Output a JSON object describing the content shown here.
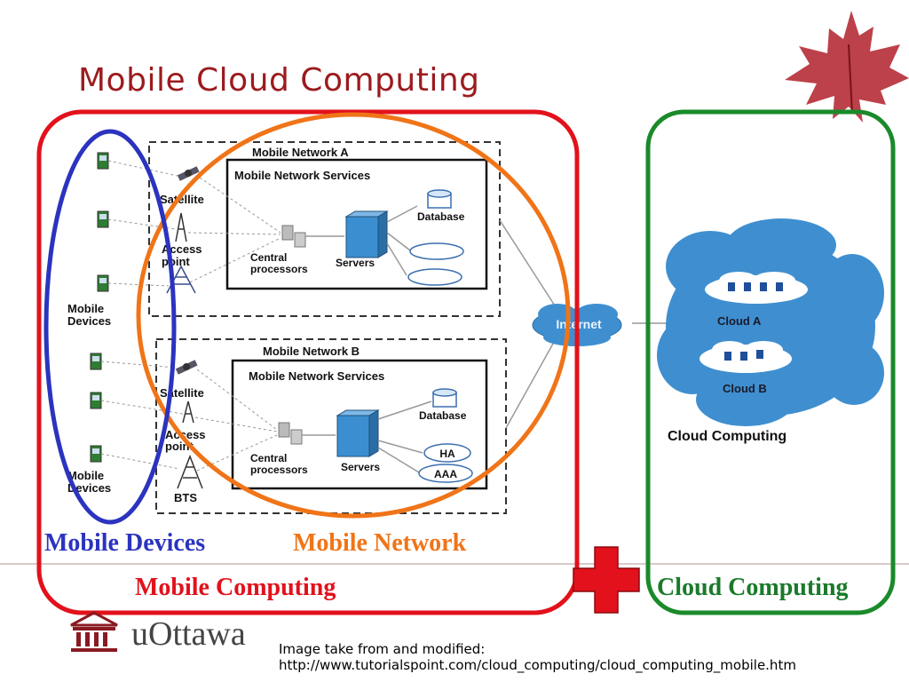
{
  "title": "Mobile Cloud Computing",
  "diagram": {
    "network_a": {
      "label": "Mobile Network A",
      "services_label": "Mobile Network Services",
      "satellite": "Satellite",
      "access_point_line1": "Access",
      "access_point_line2": "point",
      "central_line1": "Central",
      "central_line2": "processors",
      "servers": "Servers",
      "database": "Database",
      "devices_line1": "Mobile",
      "devices_line2": "Devices"
    },
    "network_b": {
      "label": "Mobile Network B",
      "services_label": "Mobile Network Services",
      "satellite": "Satellite",
      "access_point_line1": "Access",
      "access_point_line2": "point",
      "bts": "BTS",
      "central_line1": "Central",
      "central_line2": "processors",
      "servers": "Servers",
      "database": "Database",
      "ha": "HA",
      "aaa": "AAA",
      "devices_line1": "Mobile",
      "devices_line2": "Devices"
    },
    "internet": "Internet",
    "cloud_a": "Cloud A",
    "cloud_b": "Cloud B",
    "cloud_caption": "Cloud Computing"
  },
  "captions": {
    "mobile_devices": "Mobile Devices",
    "mobile_network": "Mobile Network",
    "mobile_computing": "Mobile Computing",
    "cloud_computing": "Cloud Computing"
  },
  "credit": {
    "label": "Image take from and modified:",
    "url": "http://www.tutorialspoint.com/cloud_computing/cloud_computing_mobile.htm"
  },
  "logo": {
    "text": "uOttawa"
  },
  "colors": {
    "title": "#9b1b1e",
    "mobile_devices": "#2b33bf",
    "mobile_network": "#f07418",
    "mobile_computing": "#e2111b",
    "cloud_computing": "#1a7a2a",
    "plus": "#e2111b",
    "cloud": "#3f8fd0",
    "maple_leaf": "#b0202a"
  }
}
